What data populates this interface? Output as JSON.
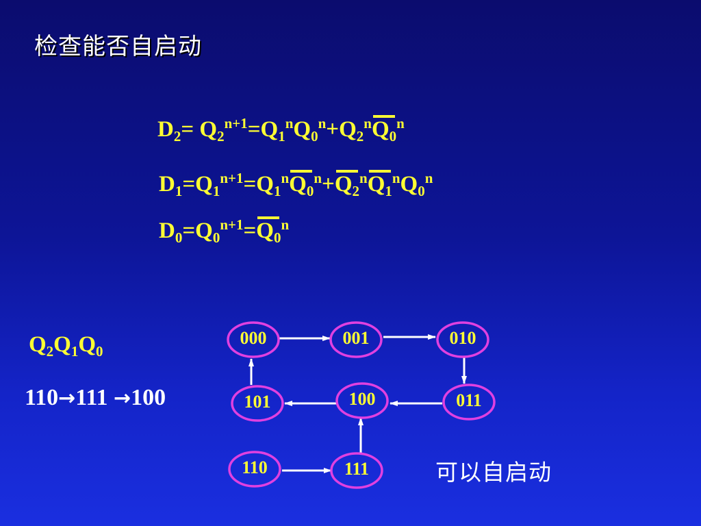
{
  "title": "检查能否自启动",
  "equations": {
    "d2": {
      "D": "D",
      "d_sub": "2",
      "eq1": "=",
      "Q": "Q",
      "q_sub": "2",
      "q_sup": "n+1",
      "eq2": "=",
      "t1a": "Q",
      "t1a_sub": "1",
      "t1a_sup": "n",
      "t1b": "Q",
      "t1b_sub": "0",
      "t1b_sup": "n",
      "plus": "+",
      "t2a": "Q",
      "t2a_sub": "2",
      "t2a_sup": "n",
      "t2b": "Q",
      "t2b_sub": "0",
      "t2b_sup": "n"
    },
    "d1": {
      "D": "D",
      "d_sub": "1",
      "eq1": "=",
      "Q": "Q",
      "q_sub": "1",
      "q_sup": "n+1",
      "eq2": "=",
      "t1a": "Q",
      "t1a_sub": "1",
      "t1a_sup": "n",
      "t1b": "Q",
      "t1b_sub": "0",
      "t1b_sup": "n",
      "plus": "+",
      "t2a": "Q",
      "t2a_sub": "2",
      "t2a_sup": "n",
      "t2b": "Q",
      "t2b_sub": "1",
      "t2b_sup": "n",
      "t2c": "Q",
      "t2c_sub": "0",
      "t2c_sup": "n"
    },
    "d0": {
      "D": "D",
      "d_sub": "0",
      "eq1": "=",
      "Q": "Q",
      "q_sub": "0",
      "q_sup": "n+1",
      "eq2": "=",
      "t1a": "Q",
      "t1a_sub": "0",
      "t1a_sup": "n"
    }
  },
  "state_label": {
    "q2": "Q",
    "q2_sub": "2",
    "q1": "Q",
    "q1_sub": "1",
    "q0": "Q",
    "q0_sub": "0"
  },
  "sequence": {
    "s1": "110",
    "arrow1": "→",
    "s2": "111",
    "arrow2": "→",
    "s3": "100"
  },
  "diagram": {
    "nodes": [
      {
        "id": "n000",
        "label": "000"
      },
      {
        "id": "n001",
        "label": "001"
      },
      {
        "id": "n010",
        "label": "010"
      },
      {
        "id": "n011",
        "label": "011"
      },
      {
        "id": "n100",
        "label": "100"
      },
      {
        "id": "n101",
        "label": "101"
      },
      {
        "id": "n110",
        "label": "110"
      },
      {
        "id": "n111",
        "label": "111"
      }
    ],
    "edges": [
      {
        "from": "000",
        "to": "001"
      },
      {
        "from": "001",
        "to": "010"
      },
      {
        "from": "010",
        "to": "011"
      },
      {
        "from": "011",
        "to": "100"
      },
      {
        "from": "100",
        "to": "101"
      },
      {
        "from": "101",
        "to": "000"
      },
      {
        "from": "110",
        "to": "111"
      },
      {
        "from": "111",
        "to": "100"
      }
    ]
  },
  "conclusion": "可以自启动",
  "colors": {
    "background": "#0d1597",
    "formula": "#ffff33",
    "node_border": "#e040e0",
    "arrow": "#ffffff",
    "text": "#ffffff"
  }
}
